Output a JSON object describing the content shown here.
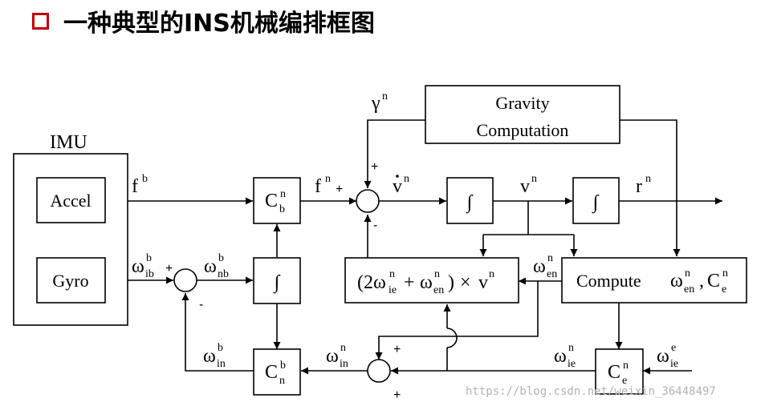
{
  "title": "一种典型的INS机械编排框图",
  "colors": {
    "title_box": "#c00000",
    "watermark": "#b3b3b3"
  },
  "imu": {
    "label": "IMU",
    "accel": "Accel",
    "gyro": "Gyro"
  },
  "blocks": {
    "gravity_line1": "Gravity",
    "gravity_line2": "Computation",
    "integrator": "∫",
    "coriolis": "(2ω",
    "compute": "Compute"
  },
  "signals": {
    "f": "f",
    "b": "b",
    "n": "n",
    "v": "v",
    "r": "r",
    "gamma": "γ",
    "omega": "ω",
    "C": "C",
    "e": "e",
    "ib": "ib",
    "nb": "nb",
    "in": "in",
    "ie": "ie",
    "en": "en",
    "plus_sign": "+",
    "times_sign": "×",
    "comma": ","
  },
  "signs": {
    "plus": "+",
    "minus": "-"
  },
  "watermark": "https://blog.csdn.net/weixin_36448497"
}
